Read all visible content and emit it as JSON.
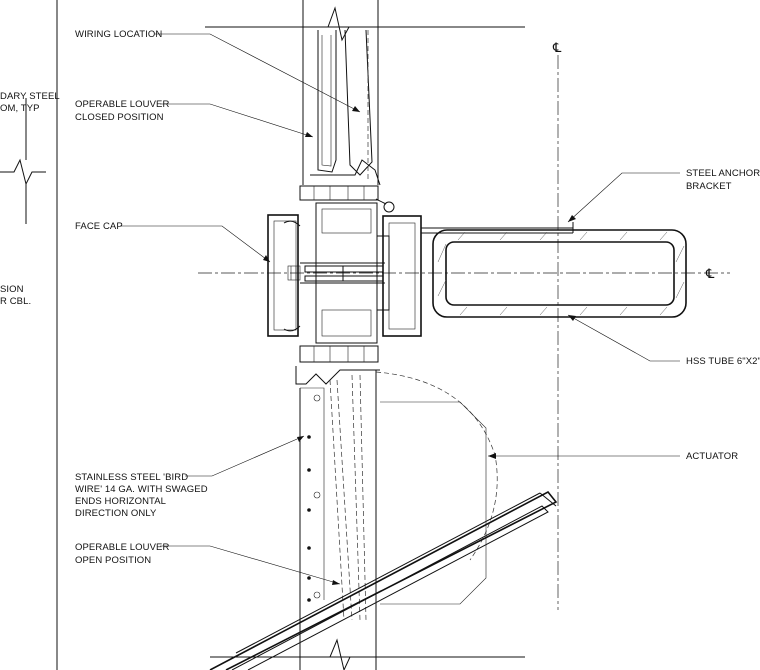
{
  "drawing_title": "",
  "callouts": {
    "wiring_location": "WIRING LOCATION",
    "louver_closed": [
      "OPERABLE LOUVER",
      "CLOSED POSITION"
    ],
    "face_cap": "FACE CAP",
    "steel_anchor": [
      "STEEL ANCHOR",
      "BRACKET"
    ],
    "hss_tube": "HSS TUBE 6\"X2\"",
    "actuator": "ACTUATOR",
    "bird_wire": [
      "STAINLESS STEEL 'BIRD",
      "WIRE' 14 GA. WITH SWAGED",
      "ENDS HORIZONTAL",
      "DIRECTION ONLY"
    ],
    "louver_open": [
      "OPERABLE LOUVER",
      "OPEN POSITION"
    ]
  },
  "cropped_notes": {
    "secondary_steel": [
      "DARY STEEL",
      "OM, TYP"
    ],
    "dimension": [
      "SION",
      "R CBL."
    ]
  },
  "symbols": {
    "centerline_top": "℄",
    "centerline_right": "℄"
  },
  "colors": {
    "line": "#111111",
    "background": "#ffffff"
  }
}
